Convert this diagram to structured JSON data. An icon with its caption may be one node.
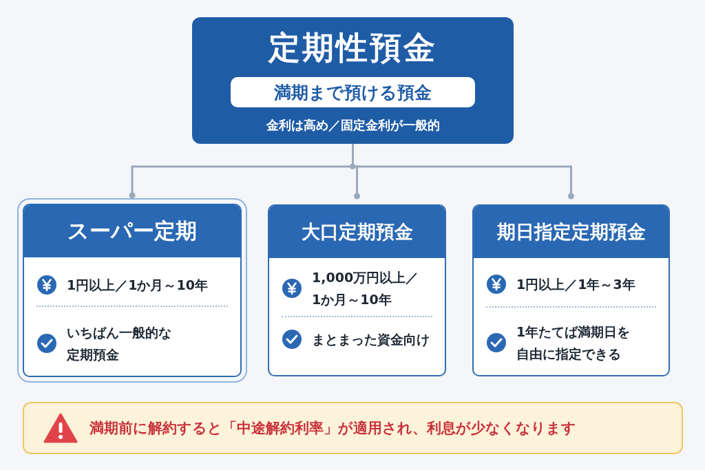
{
  "diagram": {
    "nodes": [
      {
        "text": [
          "定期性預金",
          "金利は高め／固定金利が一般的"
        ]
      },
      {
        "text": [
          "満期まで預ける預金"
        ],
        "in": 0
      },
      {
        "text": [
          "スーパー定期",
          "1円以上／1か月～10年",
          "いちばん一般的な定期預金"
        ]
      },
      {
        "text": [
          "大口定期預金",
          "1,000万円以上／1か月～10年",
          "まとまった資金向け"
        ]
      },
      {
        "text": [
          "期日指定定期預金",
          "1円以上／1年～3年",
          "1年たてば満期日を自由に指定できる"
        ]
      },
      {
        "text": [
          "満期前に解約すると「中途解約利率」が適用され、利息が少なくなります"
        ]
      }
    ],
    "edges": [
      {
        "from": 0,
        "to": 2,
        "arrow": "other"
      },
      {
        "from": 0,
        "to": 3,
        "arrow": "other"
      },
      {
        "from": 0,
        "to": 4,
        "arrow": "other"
      }
    ]
  }
}
